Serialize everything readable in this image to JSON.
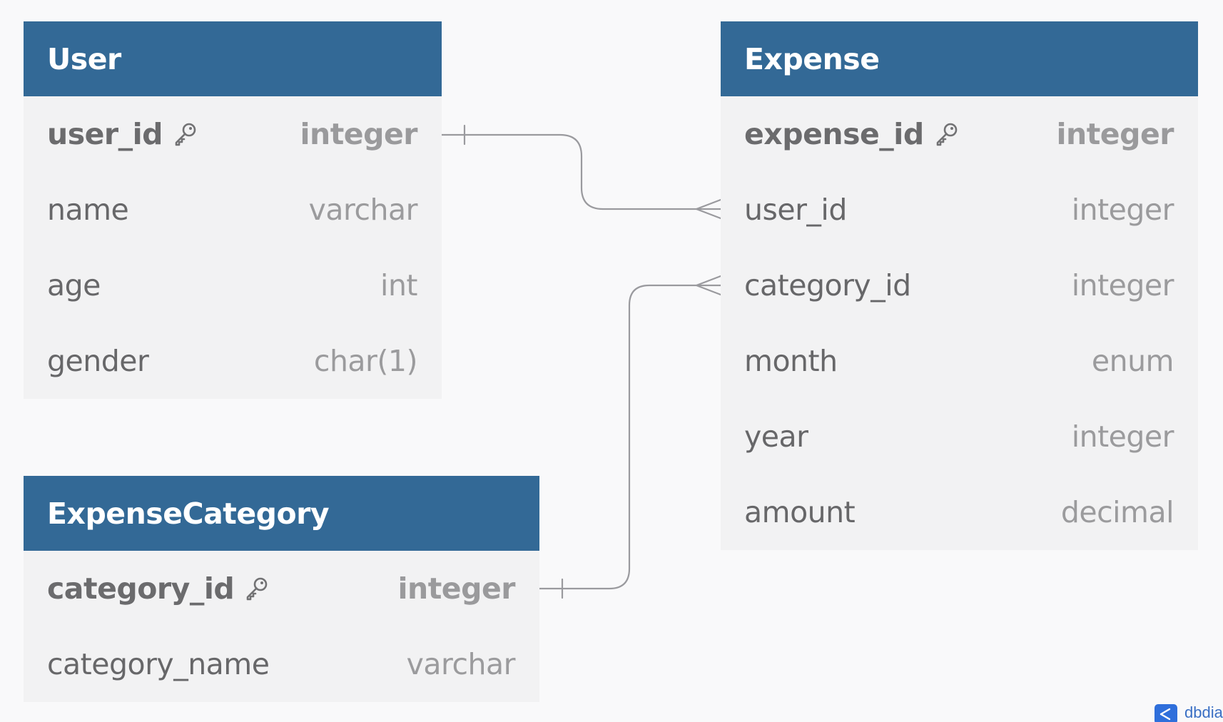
{
  "tables": {
    "user": {
      "title": "User",
      "columns": [
        {
          "name": "user_id",
          "type": "integer",
          "pk": true
        },
        {
          "name": "name",
          "type": "varchar"
        },
        {
          "name": "age",
          "type": "int"
        },
        {
          "name": "gender",
          "type": "char(1)"
        }
      ]
    },
    "expense": {
      "title": "Expense",
      "columns": [
        {
          "name": "expense_id",
          "type": "integer",
          "pk": true
        },
        {
          "name": "user_id",
          "type": "integer"
        },
        {
          "name": "category_id",
          "type": "integer"
        },
        {
          "name": "month",
          "type": "enum"
        },
        {
          "name": "year",
          "type": "integer"
        },
        {
          "name": "amount",
          "type": "decimal"
        }
      ]
    },
    "expense_category": {
      "title": "ExpenseCategory",
      "columns": [
        {
          "name": "category_id",
          "type": "integer",
          "pk": true
        },
        {
          "name": "category_name",
          "type": "varchar"
        }
      ]
    }
  },
  "relations": [
    {
      "from": "User.user_id",
      "from_cardinality": "one",
      "to": "Expense.user_id",
      "to_cardinality": "many"
    },
    {
      "from": "ExpenseCategory.category_id",
      "from_cardinality": "one",
      "to": "Expense.category_id",
      "to_cardinality": "many"
    }
  ],
  "colors": {
    "header": "#336996",
    "header_text": "#ffffff",
    "row_bg": "#f2f2f3",
    "canvas_bg": "#f9f9fa",
    "relation_line": "#9a9a9e"
  },
  "icons": {
    "primary_key": "key-icon",
    "brand": "dbdiagram-logo-icon"
  },
  "brand": {
    "label": "dbdiagram.io"
  }
}
